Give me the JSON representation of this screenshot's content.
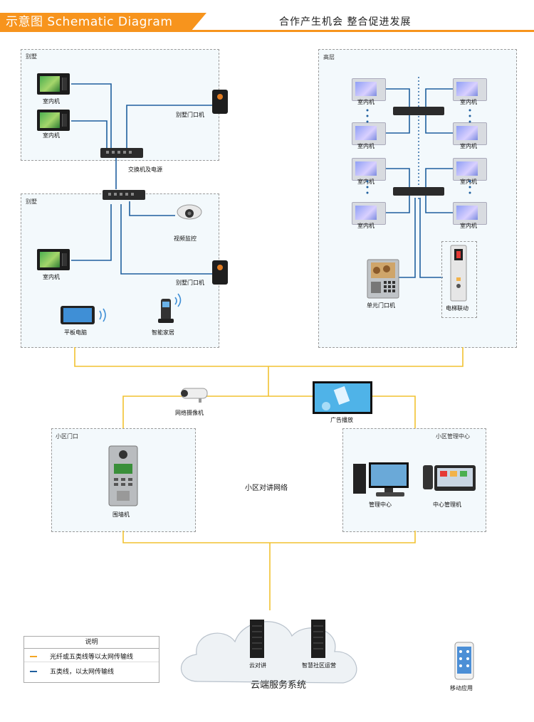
{
  "header": {
    "title": "示意图  Schematic  Diagram",
    "slogan": "合作产生机会    整合促进发展"
  },
  "villa_top": {
    "label": "别墅",
    "indoor_1": "室内机",
    "indoor_2": "室内机",
    "door_unit": "别墅门口机",
    "switch": "交换机及电源"
  },
  "villa_bottom": {
    "label": "别墅",
    "camera": "视频监控",
    "indoor": "室内机",
    "door_unit": "别墅门口机",
    "tablet": "平板电脑",
    "smart_home": "智能家居"
  },
  "highrise": {
    "label": "高层",
    "indoor": [
      "室内机",
      "室内机",
      "室内机",
      "室内机",
      "室内机",
      "室内机",
      "室内机",
      "室内机"
    ],
    "unit_door": "单元门口机",
    "elevator": "电梯联动"
  },
  "community": {
    "network_camera": "网络摄像机",
    "ad_screen": "广告播放",
    "gate_zone": "小区门口",
    "gate_unit": "围墙机",
    "network_label": "小区对讲网络",
    "mgmt_zone": "小区管理中心",
    "mgmt_center": "管理中心",
    "mgmt_machine": "中心管理机"
  },
  "cloud": {
    "server_1": "云对讲",
    "server_2": "智慧社区运营",
    "title": "云端服务系统",
    "mobile": "移动应用"
  },
  "legend": {
    "title": "说明",
    "items": [
      {
        "label": "光纤或五类线等以太网传输线",
        "color": "#f5a623"
      },
      {
        "label": "五类线，以太网传输线",
        "color": "#1f5f9e"
      }
    ]
  },
  "colors": {
    "accent": "#f7941d",
    "fiber": "#f5c542",
    "ethernet": "#1f5f9e"
  }
}
